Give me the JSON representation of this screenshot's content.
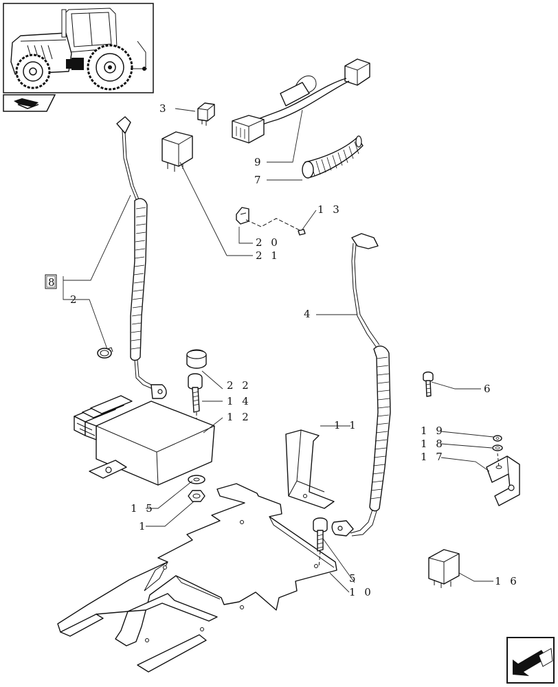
{
  "callouts": {
    "c1": "1",
    "c2": "2",
    "c3": "3",
    "c4": "4",
    "c5": "5",
    "c6": "6",
    "c7": "7",
    "c8": "8",
    "c9": "9",
    "c10": "1 0",
    "c11": "1 1",
    "c12": "1 2",
    "c13": "1 3",
    "c14": "1 4",
    "c15": "1 5",
    "c16": "1 6",
    "c17": "1 7",
    "c18": "1 8",
    "c19": "1 9",
    "c20": "2 0",
    "c21": "2 1",
    "c22": "2 2"
  },
  "icons": {
    "thumbnail": "tractor-thumbnail-icon",
    "section": "section-book-icon",
    "next": "next-page-arrow-icon"
  },
  "colors": {
    "line": "#111111",
    "background": "#ffffff"
  }
}
